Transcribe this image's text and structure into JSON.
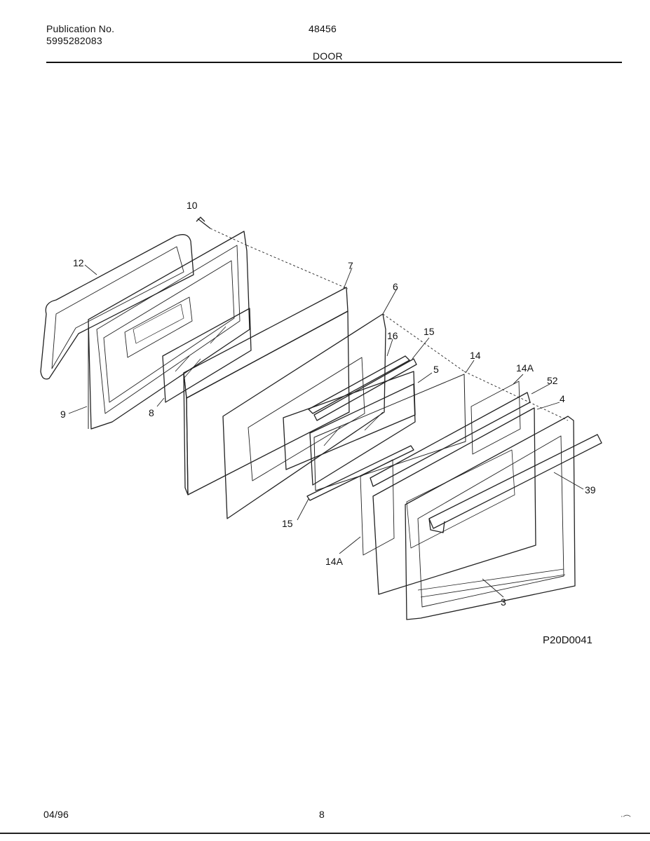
{
  "header": {
    "publication_label": "Publication No.",
    "publication_number": "5995282083",
    "model_number": "48456",
    "section_title": "DOOR"
  },
  "diagram": {
    "callouts": [
      "10",
      "12",
      "7",
      "6",
      "16",
      "15",
      "14",
      "5",
      "14A",
      "52",
      "4",
      "39",
      "9",
      "8",
      "15",
      "14A",
      "3"
    ],
    "figure_id": "P20D0041"
  },
  "footer": {
    "date": "04/96",
    "page_number": "8"
  }
}
